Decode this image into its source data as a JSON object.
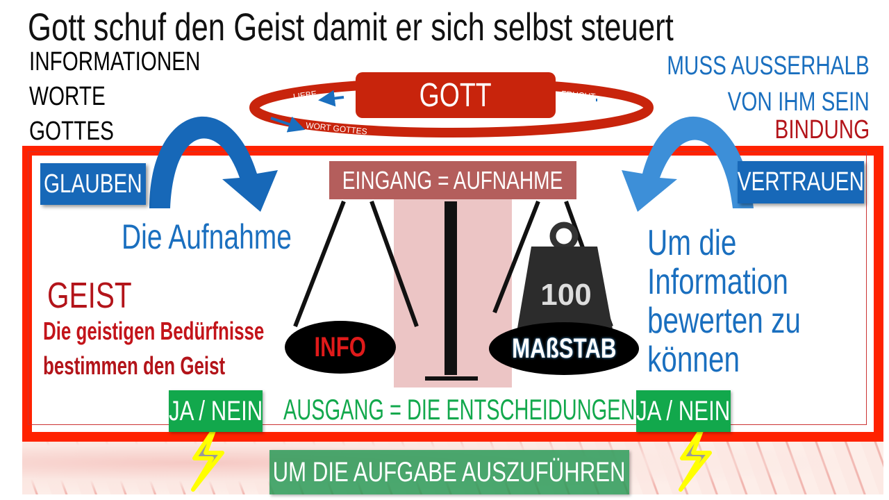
{
  "title": "Gott schuf den Geist damit er sich selbst steuert",
  "left_labels": [
    "INFORMATIONEN",
    "WORTE",
    "GOTTES"
  ],
  "right_labels": {
    "line1": "MUSS AUSSERHALB",
    "line2": "VON IHM SEIN",
    "line3": "BINDUNG"
  },
  "ring": {
    "center": "GOTT",
    "liebe": "LIEBE",
    "frucht": "FRUCHT",
    "wort": "WORT GOTTES"
  },
  "glauben": "GLAUBEN",
  "vertrauen": "VERTRAUEN",
  "eingang": "EINGANG = AUFNAHME",
  "aufnahme": "Die Aufnahme",
  "geist": {
    "title": "GEIST",
    "line1": "Die geistigen Bedürfnisse",
    "line2": "bestimmen den Geist"
  },
  "right_text": [
    "Um die",
    "Information",
    "bewerten zu",
    "können"
  ],
  "scale": {
    "info": "INFO",
    "massstab": "MAßSTAB",
    "weight": "100"
  },
  "ja_nein_left": "JA / NEIN",
  "ja_nein_right": "JA / NEIN",
  "ausgang": "AUSGANG = DIE ENTSCHEIDUNGEN",
  "aufgabe": "UM DIE AUFGABE AUSZUFÜHREN",
  "colors": {
    "red": "#ff2200",
    "blue": "#1768b8",
    "green": "#12a84c",
    "darkred": "#b3141a"
  }
}
